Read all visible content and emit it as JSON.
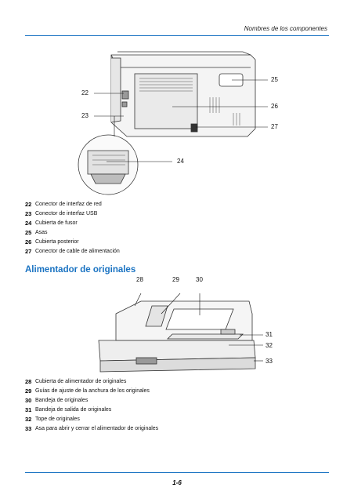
{
  "header": {
    "title": "Nombres de los componentes"
  },
  "figure1": {
    "callouts": {
      "c22": "22",
      "c23": "23",
      "c24": "24",
      "c25": "25",
      "c26": "26",
      "c27": "27"
    }
  },
  "list1": [
    {
      "num": "22",
      "text": "Conector de interfaz de red"
    },
    {
      "num": "23",
      "text": "Conector de interfaz USB"
    },
    {
      "num": "24",
      "text": "Cubierta de fusor"
    },
    {
      "num": "25",
      "text": "Asas"
    },
    {
      "num": "26",
      "text": "Cubierta posterior"
    },
    {
      "num": "27",
      "text": "Conector de cable de alimentación"
    }
  ],
  "section": {
    "title": "Alimentador de originales"
  },
  "figure2": {
    "callouts": {
      "c28": "28",
      "c29": "29",
      "c30": "30",
      "c31": "31",
      "c32": "32",
      "c33": "33"
    }
  },
  "list2": [
    {
      "num": "28",
      "text": "Cubierta de alimentador de originales"
    },
    {
      "num": "29",
      "text": "Guías de ajuste de la anchura de los originales"
    },
    {
      "num": "30",
      "text": "Bandeja de originales"
    },
    {
      "num": "31",
      "text": "Bandeja de salida de originales"
    },
    {
      "num": "32",
      "text": "Tope de originales"
    },
    {
      "num": "33",
      "text": "Asa para abrir y cerrar el alimentador de originales"
    }
  ],
  "footer": {
    "page": "1-6"
  },
  "colors": {
    "accent": "#1a73c2"
  }
}
